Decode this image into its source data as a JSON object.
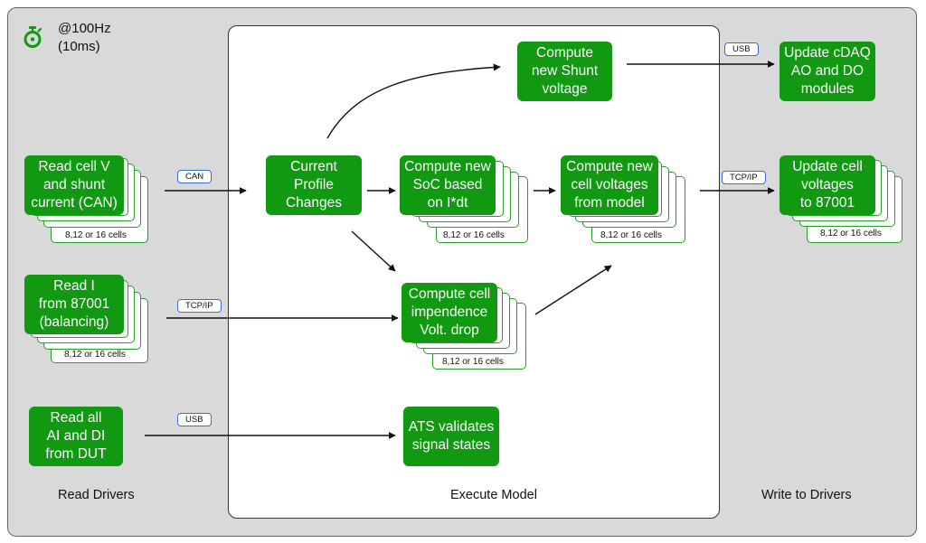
{
  "timer": {
    "label": "@100Hz\n(10ms)",
    "icon": "stopwatch-icon"
  },
  "sections": {
    "read": "Read Drivers",
    "execute": "Execute Model",
    "write": "Write to Drivers"
  },
  "interfaces": {
    "can": "CAN",
    "tcpip_in": "TCP/IP",
    "usb_in": "USB",
    "usb_out": "USB",
    "tcpip_out": "TCP/IP"
  },
  "nodes": {
    "read_cell_v": "Read cell V\nand shunt\ncurrent (CAN)",
    "read_i": "Read I\nfrom 87001\n(balancing)",
    "read_ai_di": "Read all\nAI and DI\nfrom DUT",
    "current_profile": "Current\nProfile\nChanges",
    "compute_shunt": "Compute\nnew Shunt\nvoltage",
    "compute_soc": "Compute new\nSoC based\non I*dt",
    "compute_cell_v": "Compute new\ncell voltages\nfrom model",
    "compute_impedance": "Compute cell\nimpendence\nVolt. drop",
    "ats_validates": "ATS validates\nsignal states",
    "update_cdaq": "Update cDAQ\nAO and DO\nmodules",
    "update_cell_v": "Update cell\nvoltages\nto 87001"
  },
  "cell_counts": {
    "read_cell_v": "8,12 or 16 cells",
    "read_i": "8,12 or 16 cells",
    "compute_soc": "8,12 or 16 cells",
    "compute_cell_v": "8,12 or 16 cells",
    "compute_impedance": "8,12 or 16 cells",
    "update_cell_v": "8,12 or 16 cells"
  },
  "colors": {
    "node_fill": "#119a11",
    "stack_border": "#26a026",
    "tag_border": "#3a6fd8",
    "panel": "#d9d9d9"
  }
}
